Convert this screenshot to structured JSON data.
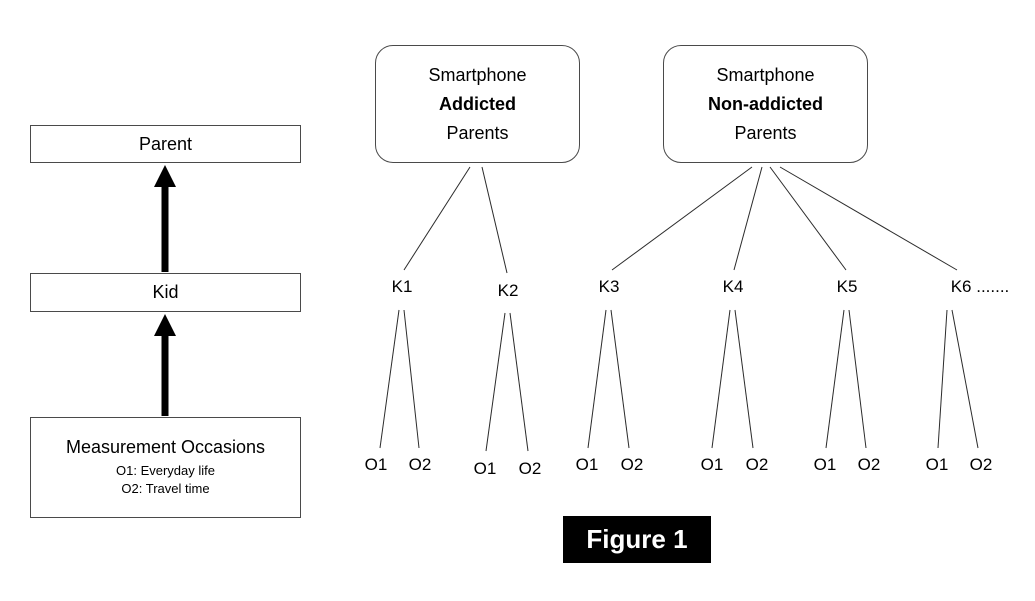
{
  "left_panel": {
    "parent_box": "Parent",
    "kid_box": "Kid",
    "measurement_box": {
      "title": "Measurement Occasions",
      "line1": "O1: Everyday life",
      "line2": "O2: Travel time"
    }
  },
  "tree": {
    "groups": [
      {
        "line1": "Smartphone",
        "line2": "Addicted",
        "line3": "Parents"
      },
      {
        "line1": "Smartphone",
        "line2": "Non-addicted",
        "line3": "Parents"
      }
    ],
    "kids": [
      {
        "label": "K1",
        "o1": "O1",
        "o2": "O2"
      },
      {
        "label": "K2",
        "o1": "O1",
        "o2": "O2"
      },
      {
        "label": "K3",
        "o1": "O1",
        "o2": "O2"
      },
      {
        "label": "K4",
        "o1": "O1",
        "o2": "O2"
      },
      {
        "label": "K5",
        "o1": "O1",
        "o2": "O2"
      },
      {
        "label": "K6 .......",
        "o1": "O1",
        "o2": "O2"
      }
    ]
  },
  "caption": "Figure 1",
  "colors": {
    "line": "#2b2b2b",
    "arrow": "#000000",
    "caption_bg": "#000000",
    "caption_text": "#ffffff"
  }
}
